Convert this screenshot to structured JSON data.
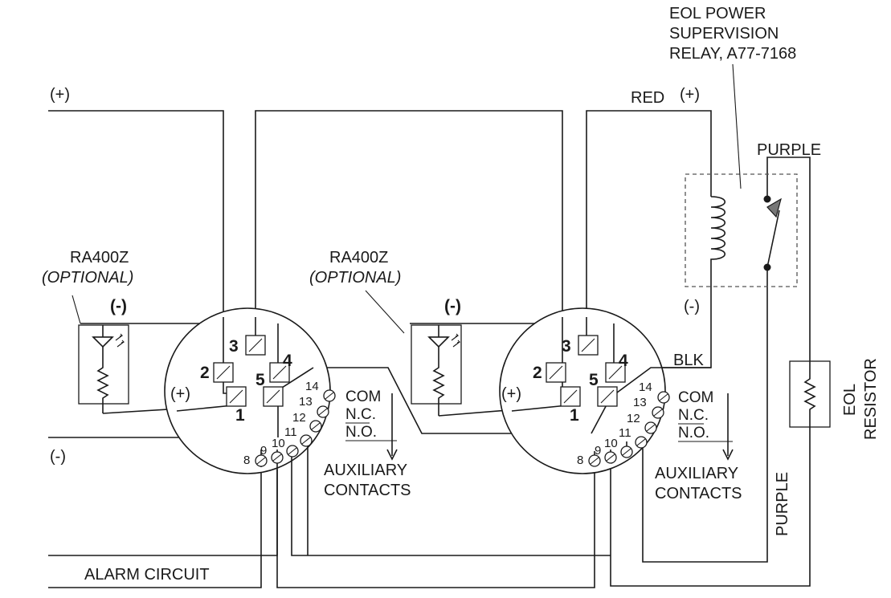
{
  "labels": {
    "plus_left": "(+)",
    "minus_left": "(-)",
    "alarm_circuit": "ALARM CIRCUIT",
    "eol_relay_line1": "EOL POWER",
    "eol_relay_line2": "SUPERVISION",
    "eol_relay_line3": "RELAY, A77-7168",
    "red": "RED",
    "plus_red": "(+)",
    "purple_top": "PURPLE",
    "minus_relay": "(-)",
    "blk": "BLK",
    "purple_vertical": "PURPLE",
    "eol_line1": "EOL",
    "eol_line2": "RESISTOR"
  },
  "detectors": [
    {
      "accessory_name": "RA400Z",
      "accessory_note": "(OPTIONAL)",
      "led_minus": "(-)",
      "led_plus": "(+)",
      "terminals": [
        "1",
        "2",
        "3",
        "4",
        "5"
      ],
      "aux_terminals": [
        "8",
        "9",
        "10",
        "11",
        "12",
        "13",
        "14"
      ],
      "contacts": [
        "COM",
        "N.C.",
        "N.O."
      ],
      "aux_label_line1": "AUXILIARY",
      "aux_label_line2": "CONTACTS"
    },
    {
      "accessory_name": "RA400Z",
      "accessory_note": "(OPTIONAL)",
      "led_minus": "(-)",
      "led_plus": "(+)",
      "terminals": [
        "1",
        "2",
        "3",
        "4",
        "5"
      ],
      "aux_terminals": [
        "8",
        "9",
        "10",
        "11",
        "12",
        "13",
        "14"
      ],
      "contacts": [
        "COM",
        "N.C.",
        "N.O."
      ],
      "aux_label_line1": "AUXILIARY",
      "aux_label_line2": "CONTACTS"
    }
  ]
}
